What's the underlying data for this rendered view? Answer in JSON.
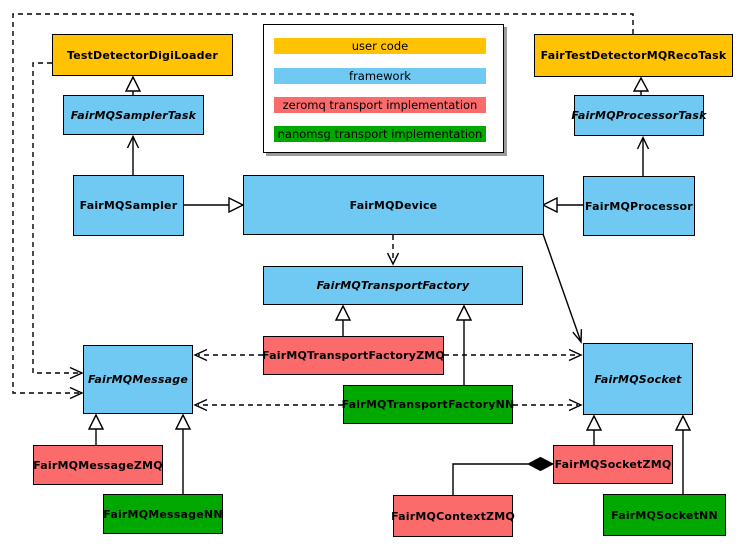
{
  "colors": {
    "user_code": "#FFC303",
    "framework": "#6FC9F2",
    "zeromq": "#FB6B6B",
    "nanomsg": "#00A800",
    "border": "#000000",
    "background": "#FFFFFF"
  },
  "legend": {
    "items": [
      {
        "label": "user code",
        "color_key": "user_code"
      },
      {
        "label": "framework",
        "color_key": "framework"
      },
      {
        "label": "zeromq transport implementation",
        "color_key": "zeromq"
      },
      {
        "label": "nanomsg transport implementation",
        "color_key": "nanomsg"
      }
    ]
  },
  "nodes": {
    "testDetectorDigiLoader": {
      "label": "TestDetectorDigiLoader",
      "category": "user_code",
      "abstract": false
    },
    "fairTestDetectorMQRecoTask": {
      "label": "FairTestDetectorMQRecoTask",
      "category": "user_code",
      "abstract": false
    },
    "fairMQSamplerTask": {
      "label": "FairMQSamplerTask",
      "category": "framework",
      "abstract": true
    },
    "fairMQProcessorTask": {
      "label": "FairMQProcessorTask",
      "category": "framework",
      "abstract": true
    },
    "fairMQSampler": {
      "label": "FairMQSampler",
      "category": "framework",
      "abstract": false
    },
    "fairMQDevice": {
      "label": "FairMQDevice",
      "category": "framework",
      "abstract": false
    },
    "fairMQProcessor": {
      "label": "FairMQProcessor",
      "category": "framework",
      "abstract": false
    },
    "fairMQTransportFactory": {
      "label": "FairMQTransportFactory",
      "category": "framework",
      "abstract": true
    },
    "fairMQTransportFactoryZMQ": {
      "label": "FairMQTransportFactoryZMQ",
      "category": "zeromq",
      "abstract": false
    },
    "fairMQTransportFactoryNN": {
      "label": "FairMQTransportFactoryNN",
      "category": "nanomsg",
      "abstract": false
    },
    "fairMQMessage": {
      "label": "FairMQMessage",
      "category": "framework",
      "abstract": true
    },
    "fairMQMessageZMQ": {
      "label": "FairMQMessageZMQ",
      "category": "zeromq",
      "abstract": false
    },
    "fairMQMessageNN": {
      "label": "FairMQMessageNN",
      "category": "nanomsg",
      "abstract": false
    },
    "fairMQSocket": {
      "label": "FairMQSocket",
      "category": "framework",
      "abstract": true
    },
    "fairMQSocketZMQ": {
      "label": "FairMQSocketZMQ",
      "category": "zeromq",
      "abstract": false
    },
    "fairMQSocketNN": {
      "label": "FairMQSocketNN",
      "category": "nanomsg",
      "abstract": false
    },
    "fairMQContextZMQ": {
      "label": "FairMQContextZMQ",
      "category": "zeromq",
      "abstract": false
    }
  },
  "edges": [
    {
      "from": "FairMQSamplerTask",
      "to": "TestDetectorDigiLoader",
      "line": "solid",
      "arrowhead": "hollow-triangle"
    },
    {
      "from": "FairMQProcessorTask",
      "to": "FairTestDetectorMQRecoTask",
      "line": "solid",
      "arrowhead": "hollow-triangle"
    },
    {
      "from": "FairMQSampler",
      "to": "FairMQSamplerTask",
      "line": "solid",
      "arrowhead": "open"
    },
    {
      "from": "FairMQProcessor",
      "to": "FairMQProcessorTask",
      "line": "solid",
      "arrowhead": "open"
    },
    {
      "from": "FairMQSampler",
      "to": "FairMQDevice",
      "line": "solid",
      "arrowhead": "hollow-triangle"
    },
    {
      "from": "FairMQProcessor",
      "to": "FairMQDevice",
      "line": "solid",
      "arrowhead": "hollow-triangle"
    },
    {
      "from": "FairMQDevice",
      "to": "FairMQTransportFactory",
      "line": "dashed",
      "arrowhead": "open"
    },
    {
      "from": "FairMQDevice",
      "to": "FairMQSocket",
      "line": "solid",
      "arrowhead": "open"
    },
    {
      "from": "FairMQTransportFactoryZMQ",
      "to": "FairMQTransportFactory",
      "line": "solid",
      "arrowhead": "hollow-triangle"
    },
    {
      "from": "FairMQTransportFactoryNN",
      "to": "FairMQTransportFactory",
      "line": "solid",
      "arrowhead": "hollow-triangle"
    },
    {
      "from": "FairMQTransportFactoryZMQ",
      "to": "FairMQMessage",
      "line": "dashed",
      "arrowhead": "open"
    },
    {
      "from": "FairMQTransportFactoryNN",
      "to": "FairMQMessage",
      "line": "dashed",
      "arrowhead": "open"
    },
    {
      "from": "FairMQTransportFactoryZMQ",
      "to": "FairMQSocket",
      "line": "dashed",
      "arrowhead": "open"
    },
    {
      "from": "FairMQTransportFactoryNN",
      "to": "FairMQSocket",
      "line": "dashed",
      "arrowhead": "open"
    },
    {
      "from": "TestDetectorDigiLoader",
      "to": "FairMQMessage",
      "line": "dashed",
      "arrowhead": "open"
    },
    {
      "from": "FairTestDetectorMQRecoTask",
      "to": "FairMQMessage",
      "line": "dashed",
      "arrowhead": "open"
    },
    {
      "from": "FairMQMessageZMQ",
      "to": "FairMQMessage",
      "line": "solid",
      "arrowhead": "hollow-triangle"
    },
    {
      "from": "FairMQMessageNN",
      "to": "FairMQMessage",
      "line": "solid",
      "arrowhead": "hollow-triangle"
    },
    {
      "from": "FairMQSocketZMQ",
      "to": "FairMQSocket",
      "line": "solid",
      "arrowhead": "hollow-triangle"
    },
    {
      "from": "FairMQSocketNN",
      "to": "FairMQSocket",
      "line": "solid",
      "arrowhead": "hollow-triangle"
    },
    {
      "from": "FairMQContextZMQ",
      "to": "FairMQSocketZMQ",
      "line": "solid",
      "arrowhead": "filled-diamond"
    }
  ]
}
